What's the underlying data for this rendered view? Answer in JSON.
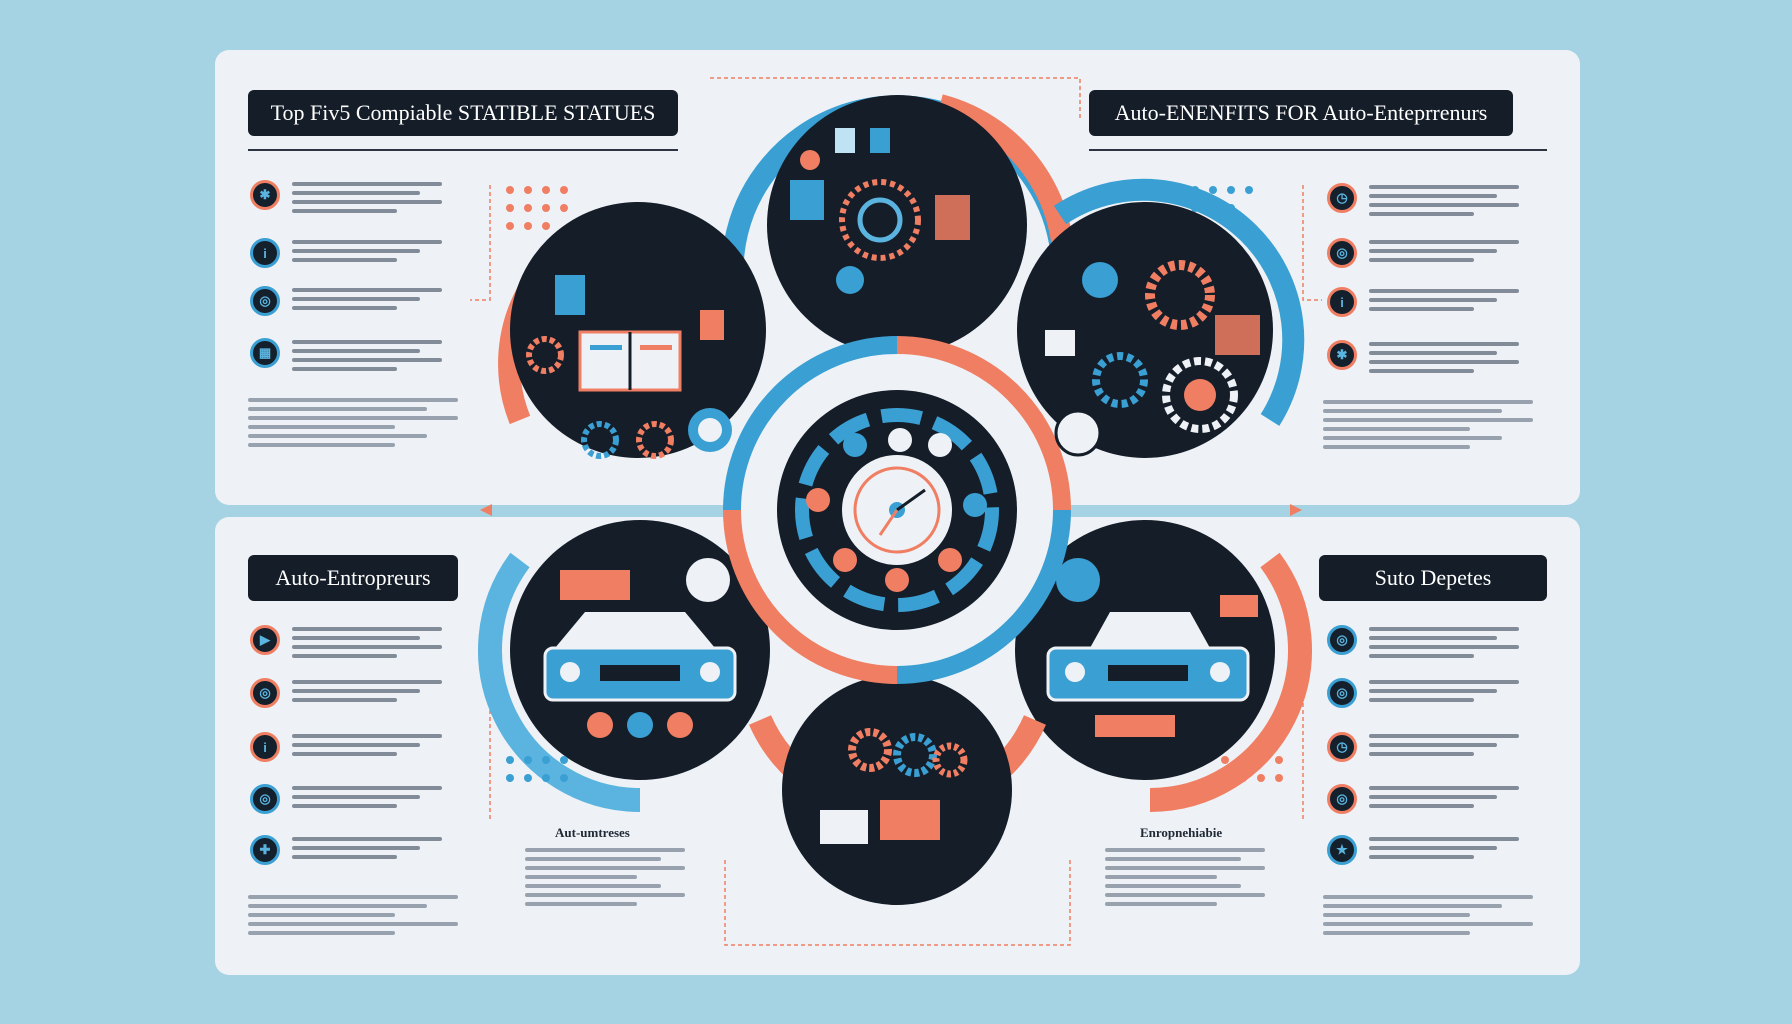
{
  "titles": {
    "top_left": "Top Fiv5 Compiable STATIBLE STATUES",
    "top_right": "Auto-ENENFITS FOR Auto-Enteprrenurs",
    "bottom_left": "Auto-Entropreurs",
    "bottom_right": "Suto Depetes"
  },
  "captions": {
    "center_left": "Aut-umtreses",
    "center_right": "Enropnehiabie"
  },
  "colors": {
    "background": "#a5d3e3",
    "panel": "#eef2f6",
    "dark": "#141d28",
    "coral": "#f07e62",
    "blue": "#3a9fd3",
    "light_blue": "#bfe3f2"
  },
  "icons": {
    "features_top_left": [
      "gear-icon",
      "info-icon",
      "target-icon",
      "grid-icon"
    ],
    "features_top_right": [
      "clock-icon",
      "target-icon",
      "info-icon",
      "gear-icon"
    ],
    "features_bottom_left": [
      "play-icon",
      "target-icon",
      "info-icon",
      "target-icon",
      "plus-icon"
    ],
    "features_bottom_right": [
      "target-icon",
      "target-icon",
      "clock-icon",
      "target-icon",
      "star-icon"
    ]
  }
}
